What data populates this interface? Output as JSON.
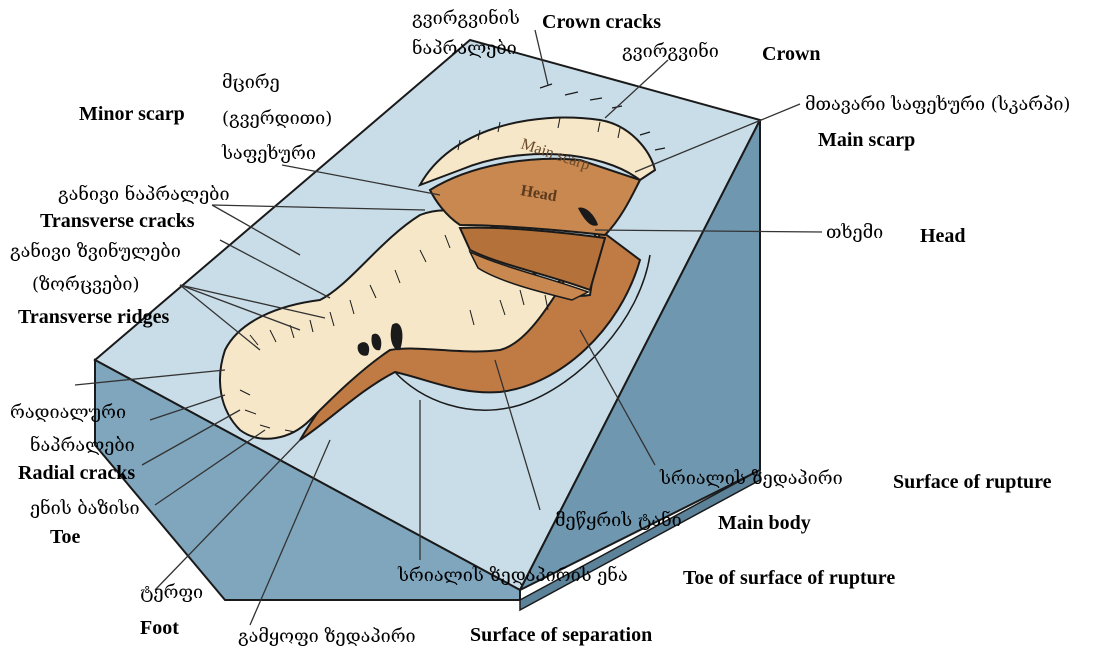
{
  "labels": {
    "crown_cracks_ka": "გვირგვინის",
    "crown_cracks_ka2": "ნაპრალები",
    "crown_cracks_en": "Crown cracks",
    "crown_ka": "გვირგვინი",
    "crown_en": "Crown",
    "minor_scarp_en": "Minor scarp",
    "minor_scarp_ka1": "მცირე",
    "minor_scarp_ka2": "(გვერდითი)",
    "minor_scarp_ka3": "საფეხური",
    "main_scarp_ka": "მთავარი საფეხური (სკარპი)",
    "main_scarp_en": "Main scarp",
    "transverse_cracks_ka": "განივი ნაპრალები",
    "transverse_cracks_en": "Transverse cracks",
    "transverse_ridges_ka1": "განივი ზვინულები",
    "transverse_ridges_ka2": "(ზორცვები)",
    "transverse_ridges_en": "Transverse ridges",
    "head_ka": "თხემი",
    "head_en": "Head",
    "radial_cracks_ka1": "რადიალური",
    "radial_cracks_ka2": "ნაპრალები",
    "radial_cracks_en": "Radial cracks",
    "toe_ka": "ენის ბაზისი",
    "toe_en": "Toe",
    "rupture_ka": "სრიალის ზედაპირი",
    "rupture_en": "Surface of rupture",
    "main_body_ka": "მეწყრის ტანი",
    "main_body_en": "Main body",
    "toe_rupture_ka": "სრიალის ზედაპირის ენა",
    "toe_rupture_en": "Toe of surface of rupture",
    "foot_ka": "ტერფი",
    "foot_en": "Foot",
    "separation_ka": "გამყოფი ზედაპირი",
    "separation_en": "Surface of separation"
  },
  "in_figure": {
    "main_scarp": "Main scarp",
    "head": "Head"
  },
  "colors": {
    "slope_top": "#c9dde8",
    "slope_side": "#7fa6bd",
    "slope_right": "#6f98b0",
    "outline": "#1a1a1a",
    "slide_light": "#f6e7c8",
    "slide_head": "#c9884f",
    "slide_dark": "#b5713a",
    "rupture": "#c07a44"
  }
}
